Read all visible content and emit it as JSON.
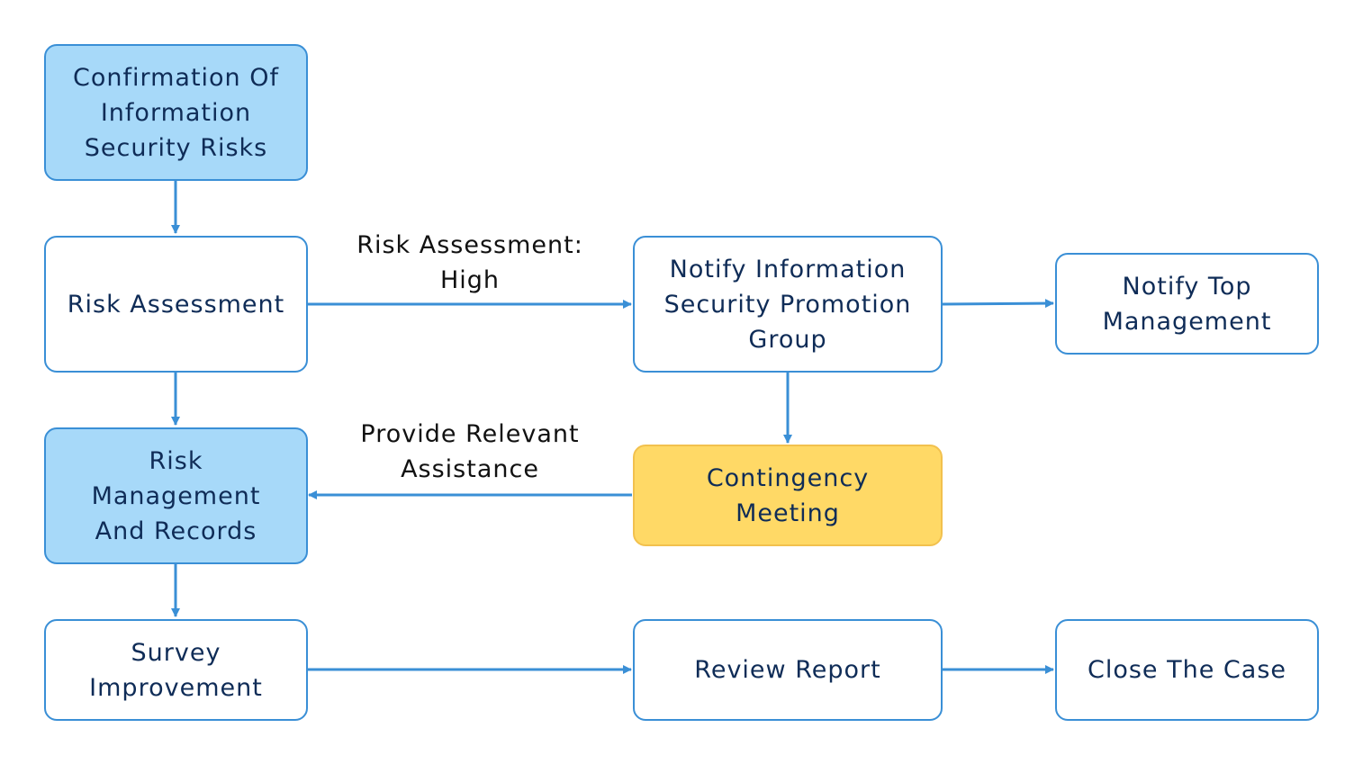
{
  "colors": {
    "node_border": "#3a8fd6",
    "node_blue_fill": "#a7d9f9",
    "node_white_fill": "#ffffff",
    "node_yellow_fill": "#ffd966",
    "node_yellow_border": "#f2c14e",
    "node_text": "#0f2c57",
    "arrow": "#3a8fd6",
    "label_text": "#111111"
  },
  "nodes": {
    "confirmation": "Confirmation Of\nInformation\nSecurity Risks",
    "risk_assessment": "Risk Assessment",
    "notify_group": "Notify Information\nSecurity Promotion\nGroup",
    "notify_top": "Notify Top\nManagement",
    "risk_management": "Risk\nManagement\nAnd Records",
    "contingency": "Contingency\nMeeting",
    "survey": "Survey\nImprovement",
    "review": "Review Report",
    "close": "Close The Case"
  },
  "edge_labels": {
    "high": "Risk Assessment:\nHigh",
    "assistance": "Provide Relevant\nAssistance"
  }
}
